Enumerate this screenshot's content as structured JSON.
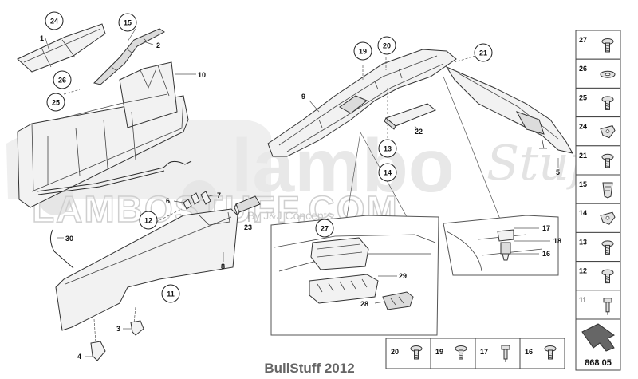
{
  "watermark": {
    "logo_text": "lambo",
    "site_text": "LAMBOSTUFF.COM",
    "script_text": "Stuff",
    "byline": "By J&J Concepts"
  },
  "footer": {
    "text": "BullStuff 2012"
  },
  "diagram_id": "868 05",
  "callouts": [
    {
      "id": "24",
      "label": "24"
    },
    {
      "id": "15",
      "label": "15"
    },
    {
      "id": "26",
      "label": "26"
    },
    {
      "id": "25",
      "label": "25"
    },
    {
      "id": "12",
      "label": "12"
    },
    {
      "id": "11",
      "label": "11"
    },
    {
      "id": "19",
      "label": "19"
    },
    {
      "id": "20",
      "label": "20"
    },
    {
      "id": "21",
      "label": "21"
    },
    {
      "id": "13",
      "label": "13"
    },
    {
      "id": "14",
      "label": "14"
    },
    {
      "id": "27",
      "label": "27"
    }
  ],
  "part_labels": [
    {
      "id": "p1",
      "label": "1"
    },
    {
      "id": "p2",
      "label": "2"
    },
    {
      "id": "p10",
      "label": "10"
    },
    {
      "id": "p9",
      "label": "9"
    },
    {
      "id": "p22",
      "label": "22"
    },
    {
      "id": "p5",
      "label": "5"
    },
    {
      "id": "p6",
      "label": "6"
    },
    {
      "id": "p7",
      "label": "7"
    },
    {
      "id": "p23",
      "label": "23"
    },
    {
      "id": "p30",
      "label": "30"
    },
    {
      "id": "p8",
      "label": "8"
    },
    {
      "id": "p3",
      "label": "3"
    },
    {
      "id": "p4",
      "label": "4"
    },
    {
      "id": "p29",
      "label": "29"
    },
    {
      "id": "p28",
      "label": "28"
    },
    {
      "id": "p17",
      "label": "17"
    },
    {
      "id": "p18",
      "label": "18"
    },
    {
      "id": "p16",
      "label": "16"
    }
  ],
  "fastener_column": [
    {
      "label": "27",
      "icon": "screw-icon"
    },
    {
      "label": "26",
      "icon": "washer-icon"
    },
    {
      "label": "25",
      "icon": "screw-icon"
    },
    {
      "label": "24",
      "icon": "clip-nut-icon"
    },
    {
      "label": "21",
      "icon": "screw-icon"
    },
    {
      "label": "15",
      "icon": "spring-clip-icon"
    },
    {
      "label": "14",
      "icon": "clip-nut-icon"
    },
    {
      "label": "13",
      "icon": "screw-icon"
    },
    {
      "label": "12",
      "icon": "screw-icon"
    },
    {
      "label": "11",
      "icon": "rivet-icon"
    }
  ],
  "fastener_row": [
    {
      "label": "20",
      "icon": "screw-icon"
    },
    {
      "label": "19",
      "icon": "screw-icon"
    },
    {
      "label": "17",
      "icon": "rivet-icon"
    },
    {
      "label": "16",
      "icon": "screw-icon"
    }
  ]
}
